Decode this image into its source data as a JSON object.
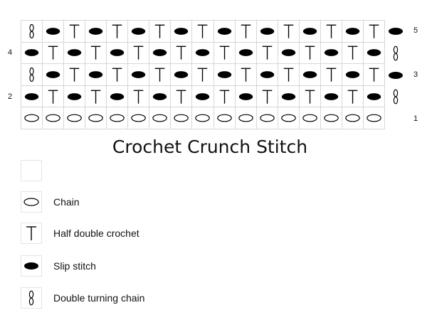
{
  "title": "Crochet Crunch Stitch",
  "row_numbers_left": [
    {
      "label": "4",
      "row": 2
    },
    {
      "label": "2",
      "row": 4
    }
  ],
  "row_numbers_right": [
    {
      "label": "5",
      "row": 1
    },
    {
      "label": "3",
      "row": 3
    },
    {
      "label": "1",
      "row": 5
    }
  ],
  "rows": [
    [
      "dtc",
      "sl",
      "hdc",
      "sl",
      "hdc",
      "sl",
      "hdc",
      "sl",
      "hdc",
      "sl",
      "hdc",
      "sl",
      "hdc",
      "sl",
      "hdc",
      "sl",
      "hdc",
      "sl"
    ],
    [
      "sl",
      "hdc",
      "sl",
      "hdc",
      "sl",
      "hdc",
      "sl",
      "hdc",
      "sl",
      "hdc",
      "sl",
      "hdc",
      "sl",
      "hdc",
      "sl",
      "hdc",
      "sl",
      "dtc"
    ],
    [
      "dtc",
      "sl",
      "hdc",
      "sl",
      "hdc",
      "sl",
      "hdc",
      "sl",
      "hdc",
      "sl",
      "hdc",
      "sl",
      "hdc",
      "sl",
      "hdc",
      "sl",
      "hdc",
      "sl"
    ],
    [
      "sl",
      "hdc",
      "sl",
      "hdc",
      "sl",
      "hdc",
      "sl",
      "hdc",
      "sl",
      "hdc",
      "sl",
      "hdc",
      "sl",
      "hdc",
      "sl",
      "hdc",
      "sl",
      "dtc"
    ],
    [
      "ch",
      "ch",
      "ch",
      "ch",
      "ch",
      "ch",
      "ch",
      "ch",
      "ch",
      "ch",
      "ch",
      "ch",
      "ch",
      "ch",
      "ch",
      "ch",
      "ch"
    ]
  ],
  "legend": [
    {
      "symbol": "blank",
      "label": ""
    },
    {
      "symbol": "ch",
      "label": "Chain"
    },
    {
      "symbol": "hdc",
      "label": "Half double crochet"
    },
    {
      "symbol": "sl",
      "label": "Slip stitch"
    },
    {
      "symbol": "dtc",
      "label": "Double turning chain"
    }
  ]
}
